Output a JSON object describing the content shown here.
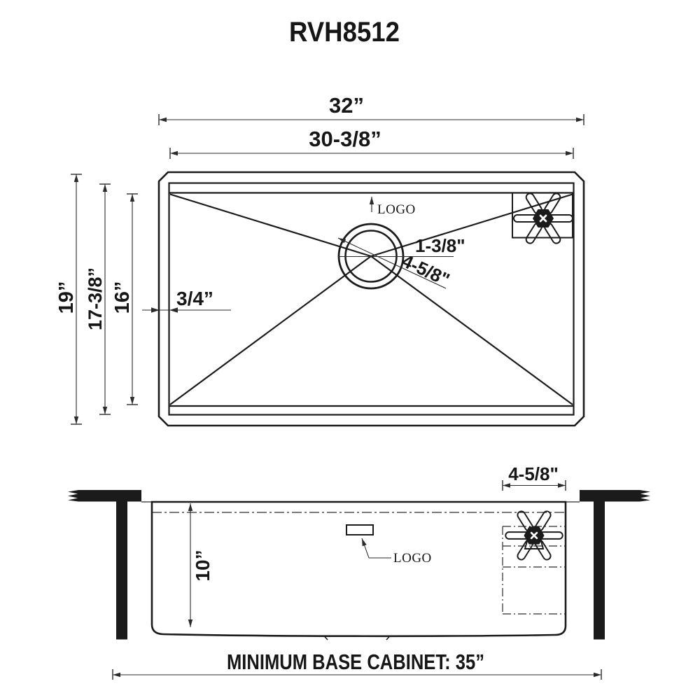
{
  "title": "RVH8512",
  "colors": {
    "ink": "#1b1b1b",
    "dim_line": "#2b2b2b"
  },
  "top_view": {
    "width_overall": "32”",
    "width_bowl": "30-3/8”",
    "depth_overall": "19”",
    "depth_rim": "17-3/8”",
    "depth_bowl": "16”",
    "rim_lip": "3/4”",
    "drain_dim_small": "1-3/8\"",
    "drain_dim_large": "4-5/8\"",
    "logo": "LOGO"
  },
  "side_view": {
    "faucet_deck_width": "4-5/8\"",
    "bowl_depth": "10”",
    "logo": "LOGO",
    "base_cabinet_note": "MINIMUM BASE CABINET: 35”"
  }
}
